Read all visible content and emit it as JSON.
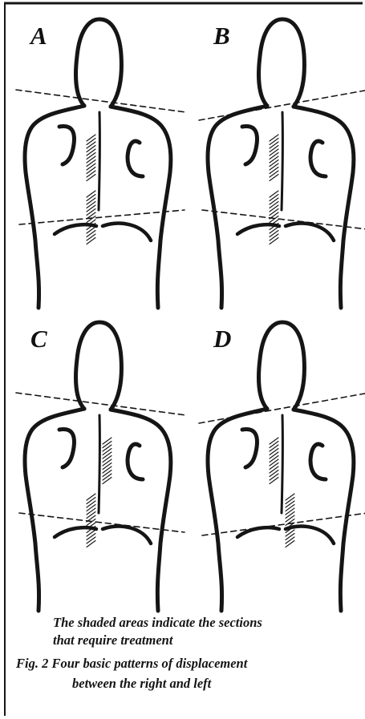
{
  "panels": [
    {
      "letter": "A",
      "shading": [
        "spine-left-upper",
        "spine-left-lower"
      ],
      "upper_line": "tilt-down-right",
      "lower_line": "tilt-down-left"
    },
    {
      "letter": "B",
      "shading": [
        "spine-left-upper",
        "spine-left-lower"
      ],
      "upper_line": "tilt-up-right",
      "lower_line": "tilt-down-right"
    },
    {
      "letter": "C",
      "shading": [
        "spine-right-upper",
        "spine-left-lower"
      ],
      "upper_line": "tilt-down-right",
      "lower_line": "tilt-down-right"
    },
    {
      "letter": "D",
      "shading": [
        "spine-left-upper",
        "spine-right-lower"
      ],
      "upper_line": "tilt-up-right",
      "lower_line": "tilt-up-right"
    }
  ],
  "caption": {
    "note_line1": "The shaded areas indicate the sections",
    "note_line2": "that require treatment",
    "figure_line1": "Fig. 2   Four basic patterns of displacement",
    "figure_line2": "between the right and left"
  },
  "colors": {
    "ink": "#151515",
    "background": "#ffffff"
  }
}
